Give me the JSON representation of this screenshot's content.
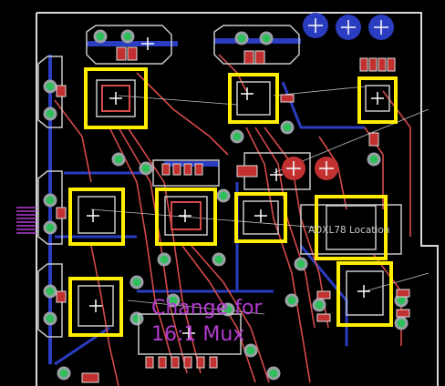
{
  "canvas": {
    "background": "#000000",
    "board_outline_color": "#d8d8d8",
    "top_copper_color": "#d64a4a",
    "bottom_copper_color": "#2a3cc0",
    "pad_ring_color": "#9aa0a6",
    "via_center_color": "#2fbf5a",
    "silkscreen_color": "#c8c8c8",
    "highlight_color": "#ffee00",
    "note_color": "#b23ccf",
    "airwire_color": "#bfbfbf"
  },
  "annotations": {
    "mux_note_line1": "Change for",
    "mux_note_line2": "16:1 Mux",
    "sensor_label": "ADXL78 Location"
  },
  "icons": {
    "via": "via-marker",
    "pad": "smd-pad",
    "origin": "crosshair-origin",
    "hole": "mounting-hole"
  }
}
